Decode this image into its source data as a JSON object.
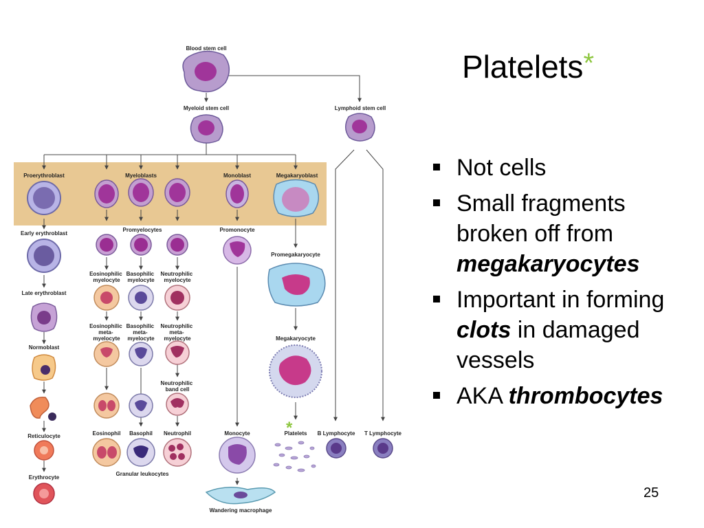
{
  "slide": {
    "title": "Platelets",
    "title_marker": "*",
    "page_number": "25",
    "bullets": [
      {
        "parts": [
          {
            "text": "Not cells",
            "style": "normal"
          }
        ]
      },
      {
        "parts": [
          {
            "text": "Small fragments broken off from ",
            "style": "normal"
          },
          {
            "text": "megakaryocytes",
            "style": "emph"
          }
        ]
      },
      {
        "parts": [
          {
            "text": "Important in forming ",
            "style": "normal"
          },
          {
            "text": "clots",
            "style": "emph"
          },
          {
            "text": " in damaged vessels",
            "style": "normal"
          }
        ]
      },
      {
        "parts": [
          {
            "text": "AKA ",
            "style": "normal"
          },
          {
            "text": "thrombocytes",
            "style": "emph"
          }
        ]
      }
    ]
  },
  "diagram": {
    "marker": "*",
    "colors": {
      "band": "#e8c893",
      "arrow": "#444444",
      "marker": "#8dc63f",
      "purple_cell": "#b79ccd",
      "nucleus": "#a0359a",
      "lymph_cell": "#8a7fc0",
      "mega_cell": "#a9d7ef",
      "red_cell": "#e0545a",
      "granule": "#f0a878"
    },
    "labels": {
      "blood_stem_cell": "Blood stem cell",
      "myeloid_stem_cell": "Myeloid stem cell",
      "lymphoid_stem_cell": "Lymphoid stem cell",
      "proerythroblast": "Proerythroblast",
      "myeloblasts": "Myeloblasts",
      "monoblast": "Monoblast",
      "megakaryoblast": "Megakaryoblast",
      "early_erythroblast": "Early erythroblast",
      "promyelocytes": "Promyelocytes",
      "promonocyte": "Promonocyte",
      "promegakaryocyte": "Promegakaryocyte",
      "eosinophilic_myelocyte": [
        "Eosinophilic",
        "myelocyte"
      ],
      "basophilic_myelocyte": [
        "Basophilic",
        "myelocyte"
      ],
      "neutrophilic_myelocyte": [
        "Neutrophilic",
        "myelocyte"
      ],
      "late_erythroblast": "Late erythroblast",
      "eosinophilic_metamyelocyte": [
        "Eosinophilic",
        "meta-",
        "myelocyte"
      ],
      "basophilic_metamyelocyte": [
        "Basophilic",
        "meta-",
        "myelocyte"
      ],
      "neutrophilic_metamyelocyte": [
        "Neutrophilic",
        "meta-",
        "myelocyte"
      ],
      "megakaryocyte": "Megakaryocyte",
      "normoblast": "Normoblast",
      "neutrophilic_band_cell": [
        "Neutrophilic",
        "band cell"
      ],
      "reticulocyte": "Reticulocyte",
      "eosinophil": "Eosinophil",
      "basophil": "Basophil",
      "neutrophil": "Neutrophil",
      "monocyte": "Monocyte",
      "platelets": "Platelets",
      "b_lymphocyte": "B Lymphocyte",
      "t_lymphocyte": "T Lymphocyte",
      "erythrocyte": "Erythrocyte",
      "granular_leukocytes": "Granular leukocytes",
      "wandering_macrophage": "Wandering macrophage"
    }
  }
}
